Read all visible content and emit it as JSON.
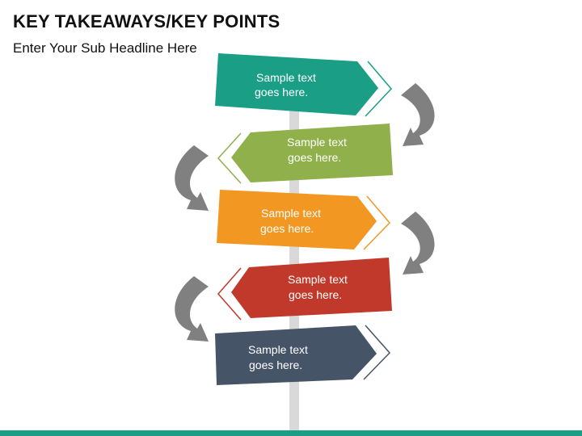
{
  "header": {
    "title": "KEY TAKEAWAYS/KEY POINTS",
    "subtitle": "Enter Your Sub Headline Here"
  },
  "colors": {
    "pole": "#d9d9d9",
    "arrow": "#808080",
    "footer": "#1a9e86"
  },
  "signs": [
    {
      "line1": "Sample text",
      "line2": "goes here.",
      "color": "#1a9e86",
      "direction": "right"
    },
    {
      "line1": "Sample text",
      "line2": "goes here.",
      "color": "#8fb04a",
      "direction": "left"
    },
    {
      "line1": "Sample text",
      "line2": "goes here.",
      "color": "#f29722",
      "direction": "right"
    },
    {
      "line1": "Sample text",
      "line2": "goes here.",
      "color": "#c0392b",
      "direction": "left"
    },
    {
      "line1": "Sample text",
      "line2": "goes here.",
      "color": "#465468",
      "direction": "right"
    }
  ]
}
